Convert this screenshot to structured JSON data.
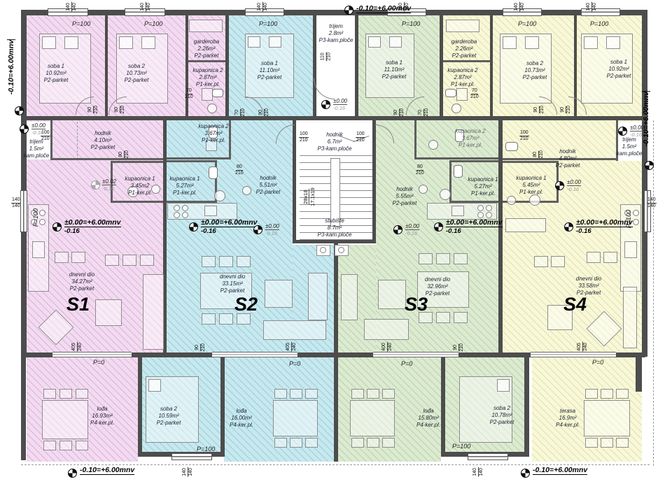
{
  "colors": {
    "s1_fill": "#f2dbf0",
    "s2_fill": "#c7e8ee",
    "s3_fill": "#dcead1",
    "s4_fill": "#f8f8d9",
    "wall": "#4d4d4d"
  },
  "unit_labels": {
    "s1": "S1",
    "s2": "S2",
    "s3": "S3",
    "s4": "S4"
  },
  "rooms": {
    "s1_soba1": {
      "name": "soba 1",
      "area": "10.92m²",
      "floor": "P2-parket"
    },
    "s1_soba2": {
      "name": "soba 2",
      "area": "10.73m²",
      "floor": "P2-parket"
    },
    "s1_garderoba": {
      "name": "garderoba",
      "area": "2.26m²",
      "floor": "P2-parket"
    },
    "s1_kupaonica2": {
      "name": "kupaonica 2",
      "area": "2.87m²",
      "floor": "P1-ker.pl."
    },
    "s1_hodnik": {
      "name": "hodnik",
      "area": "4.10m²",
      "floor": "P2-parket"
    },
    "s1_trijem": {
      "name": "trijem",
      "area": "1.5m²",
      "floor": "kam.ploče"
    },
    "s1_kupaonica1": {
      "name": "kupaonica 1",
      "area": "3.45m2",
      "floor": "P1-ker.pl."
    },
    "s1_dnevni": {
      "name": "dnevni dio",
      "area": "34.27m²",
      "floor": "P2-parket"
    },
    "s1_lodja": {
      "name": "lođa",
      "area": "16.93m²",
      "floor": "P4-ker.pl."
    },
    "s2_soba1": {
      "name": "soba 1",
      "area": "11.10m²",
      "floor": "P2-parket"
    },
    "s2_kupaonica2": {
      "name": "kupaonica 2",
      "area": "3.67m²",
      "floor": "P1-ker.pl."
    },
    "s2_kupaonica1": {
      "name": "kupaonica 1",
      "area": "5.27m²",
      "floor": "P1-ker.pl."
    },
    "s2_hodnik": {
      "name": "hodnik",
      "area": "5.51m²",
      "floor": "P2-parket"
    },
    "s2_dnevni": {
      "name": "dnevni dio",
      "area": "33.15m²",
      "floor": "P2-parket"
    },
    "s2_soba2": {
      "name": "soba 2",
      "area": "10.59m²",
      "floor": "P2-parket"
    },
    "s2_lodja": {
      "name": "lođa",
      "area": "16.00m²",
      "floor": "P4-ker.pl."
    },
    "s3_soba1": {
      "name": "soba 1",
      "area": "11.10m²",
      "floor": "P2-parket"
    },
    "s3_kupaonica2": {
      "name": "kupaonica 2",
      "area": "3.67m²",
      "floor": "P1-ker.pl."
    },
    "s3_kupaonica1": {
      "name": "kupaonica 1",
      "area": "5.27m²",
      "floor": "P1-ker.pl."
    },
    "s3_hodnik": {
      "name": "hodnik",
      "area": "5.55m²",
      "floor": "P2-parket"
    },
    "s3_dnevni": {
      "name": "dnevni dio",
      "area": "32.96m²",
      "floor": "P2-parket"
    },
    "s3_lodja": {
      "name": "lođa",
      "area": "15.80m²",
      "floor": "P4-ker.pl."
    },
    "s3_soba2": {
      "name": "soba 2",
      "area": "10.78m²",
      "floor": "P2-parket"
    },
    "s4_garderoba": {
      "name": "garderoba",
      "area": "2.26m²",
      "floor": "P2-parket"
    },
    "s4_kupaonica2": {
      "name": "kupaonica 2",
      "area": "2.87m²",
      "floor": "P1-ker.pl."
    },
    "s4_soba2": {
      "name": "soba 2",
      "area": "10.73m²",
      "floor": "P2-parket"
    },
    "s4_soba1": {
      "name": "soba 1",
      "area": "10.92m²",
      "floor": "P2-parket"
    },
    "s4_hodnik": {
      "name": "hodnik",
      "area": "4.80m²",
      "floor": "P2-parket"
    },
    "s4_trijem": {
      "name": "trijem",
      "area": "1.5m²",
      "floor": "kam.ploče"
    },
    "s4_kupaonica1": {
      "name": "kupaonica 1",
      "area": "5.45m²",
      "floor": "P1-ker.pl."
    },
    "s4_dnevni": {
      "name": "dnevni dio",
      "area": "33.58m²",
      "floor": "P2-parket"
    },
    "s4_terasa": {
      "name": "terasa",
      "area": "16.9m²",
      "floor": "P4-ker.pl."
    },
    "c_trijem": {
      "name": "trijem",
      "area": "2.8m²",
      "floor": "P3-kam.ploče"
    },
    "c_hodnik": {
      "name": "hodnik",
      "area": "6.7m²",
      "floor": "P3-kam.ploče"
    },
    "c_stubiste": {
      "name": "stubište",
      "area": "8.7m²",
      "floor": "P3-kam.ploče"
    }
  },
  "elevations": {
    "top_note": "-0.10=+6.00mnv",
    "left_note": "-0.10=+6.00mnv",
    "right_note": "-0.10=+6.00mnv",
    "bottom_left_note": "-0.10=+6.00mnv",
    "bottom_right_note": "-0.10=+6.00mnv",
    "unit_main": "±0.00=+6.00mnv",
    "unit_sub": "-0.16",
    "spot_main": "±0.00",
    "spot_sub": "-0.16",
    "spot_alt": "±0.02"
  },
  "plabels": {
    "p100": "P=100",
    "p0": "P=0"
  },
  "dims": {
    "w140": {
      "a": "140",
      "b": "140"
    },
    "d90": {
      "a": "90",
      "b": "210"
    },
    "d70": {
      "a": "70",
      "b": "210"
    },
    "d80": {
      "a": "80",
      "b": "210"
    },
    "d100": {
      "a": "100",
      "b": "210"
    },
    "d110": {
      "a": "110",
      "b": "210"
    },
    "d405": {
      "a": "405",
      "b": "240"
    },
    "d400": {
      "a": "400",
      "b": "240"
    },
    "stairs": {
      "a": "28x18",
      "b": "17.1x19"
    }
  }
}
